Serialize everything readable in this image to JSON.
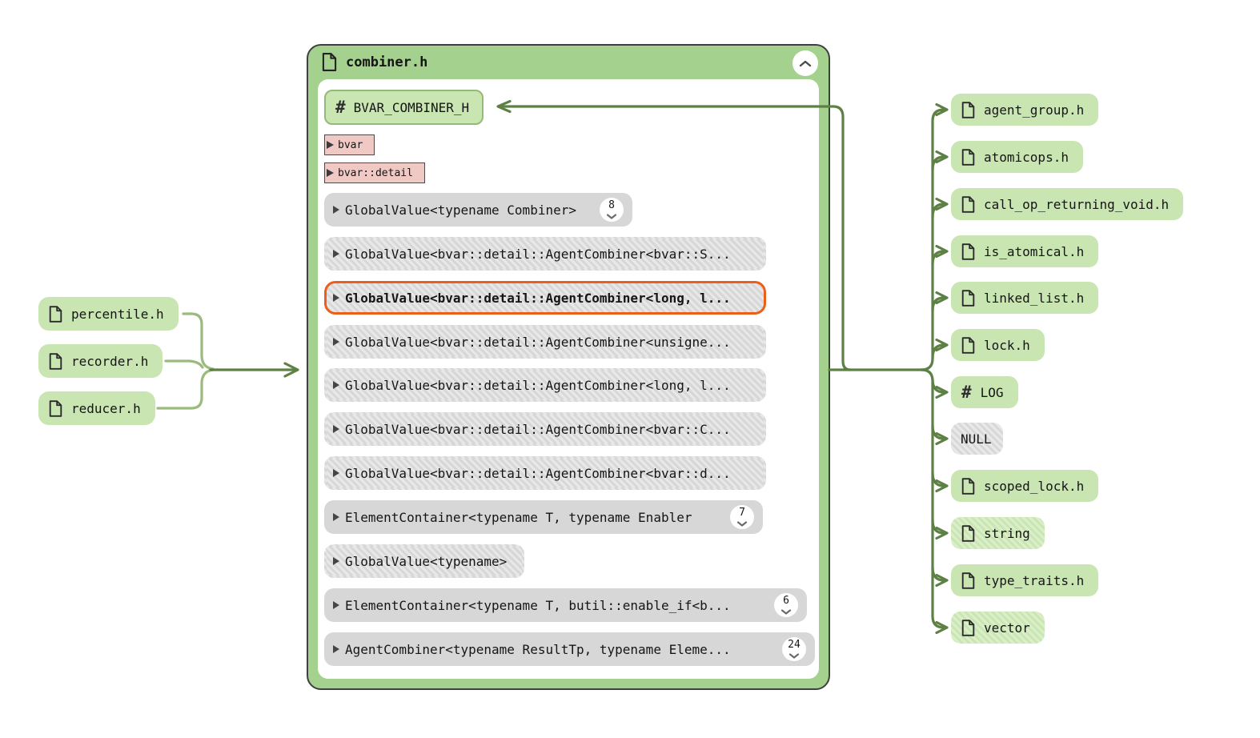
{
  "panel": {
    "title": "combiner.h",
    "macro": {
      "label": "BVAR_COMBINER_H"
    },
    "namespaces": [
      {
        "label": "bvar"
      },
      {
        "label": "bvar::detail"
      }
    ],
    "rows": [
      {
        "label": "GlobalValue<typename Combiner>",
        "badge": "8",
        "fill": "solid",
        "selected": false
      },
      {
        "label": "GlobalValue<bvar::detail::AgentCombiner<bvar::S...",
        "fill": "striped",
        "selected": false
      },
      {
        "label": "GlobalValue<bvar::detail::AgentCombiner<long, l...",
        "fill": "striped",
        "selected": true
      },
      {
        "label": "GlobalValue<bvar::detail::AgentCombiner<unsigne...",
        "fill": "striped",
        "selected": false
      },
      {
        "label": "GlobalValue<bvar::detail::AgentCombiner<long, l...",
        "fill": "striped",
        "selected": false
      },
      {
        "label": "GlobalValue<bvar::detail::AgentCombiner<bvar::C...",
        "fill": "striped",
        "selected": false
      },
      {
        "label": "GlobalValue<bvar::detail::AgentCombiner<bvar::d...",
        "fill": "striped",
        "selected": false
      },
      {
        "label": "ElementContainer<typename T, typename Enabler",
        "badge": "7",
        "fill": "solid",
        "selected": false
      },
      {
        "label": "GlobalValue<typename>",
        "fill": "striped",
        "selected": false
      },
      {
        "label": "ElementContainer<typename T, butil::enable_if<b...",
        "badge": "6",
        "fill": "solid",
        "selected": false
      },
      {
        "label": "AgentCombiner<typename ResultTp, typename Eleme...",
        "badge": "24",
        "fill": "solid",
        "selected": false
      }
    ]
  },
  "left_files": [
    {
      "label": "percentile.h"
    },
    {
      "label": "recorder.h"
    },
    {
      "label": "reducer.h"
    }
  ],
  "right_nodes": [
    {
      "label": "agent_group.h",
      "icon": "file",
      "fill": "green-solid"
    },
    {
      "label": "atomicops.h",
      "icon": "file",
      "fill": "green-solid"
    },
    {
      "label": "call_op_returning_void.h",
      "icon": "file",
      "fill": "green-solid"
    },
    {
      "label": "is_atomical.h",
      "icon": "file",
      "fill": "green-solid"
    },
    {
      "label": "linked_list.h",
      "icon": "file",
      "fill": "green-solid"
    },
    {
      "label": "lock.h",
      "icon": "file",
      "fill": "green-solid"
    },
    {
      "label": "LOG",
      "icon": "hash",
      "fill": "green-solid"
    },
    {
      "label": "NULL",
      "icon": "none",
      "fill": "gray-striped"
    },
    {
      "label": "scoped_lock.h",
      "icon": "file",
      "fill": "green-solid"
    },
    {
      "label": "string",
      "icon": "file",
      "fill": "green-striped"
    },
    {
      "label": "type_traits.h",
      "icon": "file",
      "fill": "green-solid"
    },
    {
      "label": "vector",
      "icon": "file",
      "fill": "green-striped"
    }
  ],
  "icons": {
    "file": "document-with-folded-corner",
    "hash": "#",
    "collapse": "chevron-up",
    "badge_expand": "chevron-down",
    "expand_marker": "triangle-right"
  },
  "colors": {
    "header_green": "#a5d18f",
    "chip_green": "#c9e5b2",
    "green_stripe_light": "#daeec9",
    "edge_dark": "#5d8045",
    "edge_light": "#9bba7e",
    "gray_solid": "#d7d7d7",
    "gray_stripe_light": "#e8e8e8",
    "pink": "#f0c9c5",
    "pink_border": "#4a4a4a",
    "orange": "#ec5f1a",
    "panel_border": "#3f3f3f",
    "macro_border": "#93bb74",
    "text": "#151515"
  }
}
